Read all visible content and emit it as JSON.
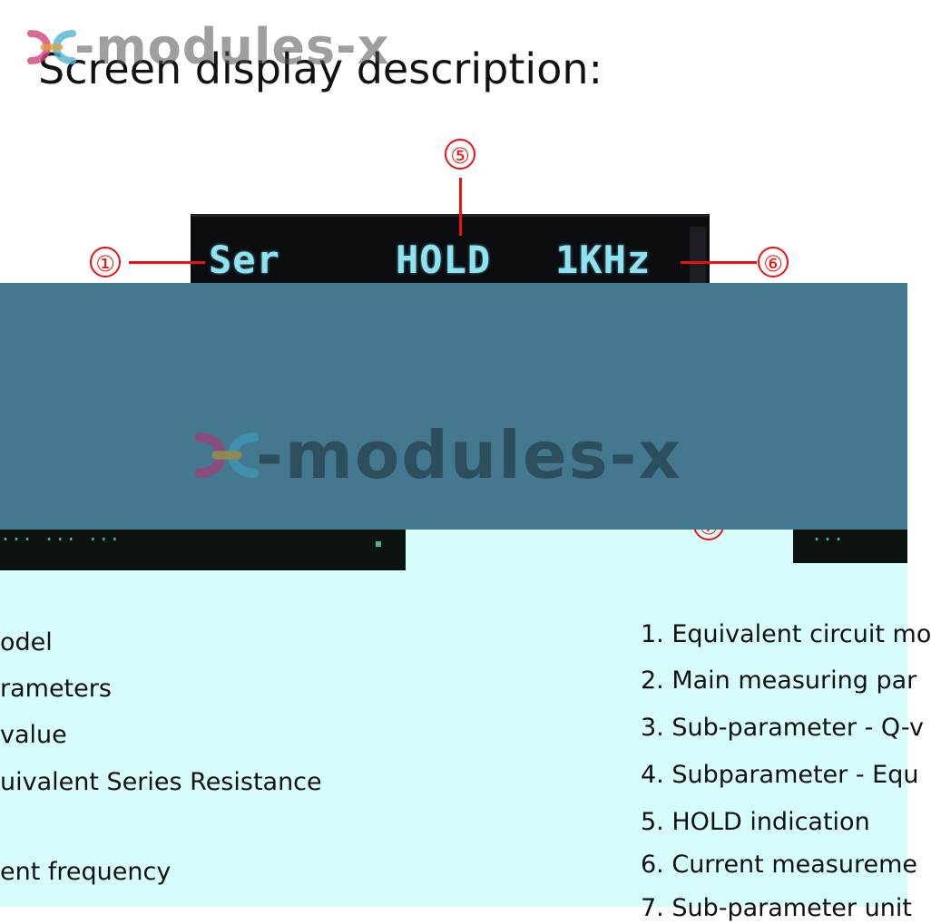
{
  "logo": {
    "text": "-modules-x"
  },
  "title": "Screen display description:",
  "lcd": {
    "mode": "Ser",
    "hold": "HOLD",
    "freq": "1KHz",
    "lower_left_fragment": "... ... ...",
    "lower_right_fragment": "..."
  },
  "callouts": {
    "c1": "①",
    "c5": "⑤",
    "c6": "⑥",
    "c7": "⑦"
  },
  "overlay_logo": {
    "text": "-modules-x"
  },
  "left_list": [
    "odel",
    "rameters",
    "value",
    "uivalent Series Resistance",
    "",
    "ent frequency"
  ],
  "right_list": [
    "1. Equivalent circuit mo",
    "2. Main measuring par",
    "3. Sub-parameter - Q-v",
    "4. Subparameter - Equ",
    "5. HOLD indication",
    "6. Current measureme",
    "7. Sub-parameter unit"
  ],
  "colors": {
    "lcd_text": "#8fe3f0",
    "callout_red": "#e11111",
    "band": "#44788f",
    "lower_background": "#d6fdfb"
  }
}
